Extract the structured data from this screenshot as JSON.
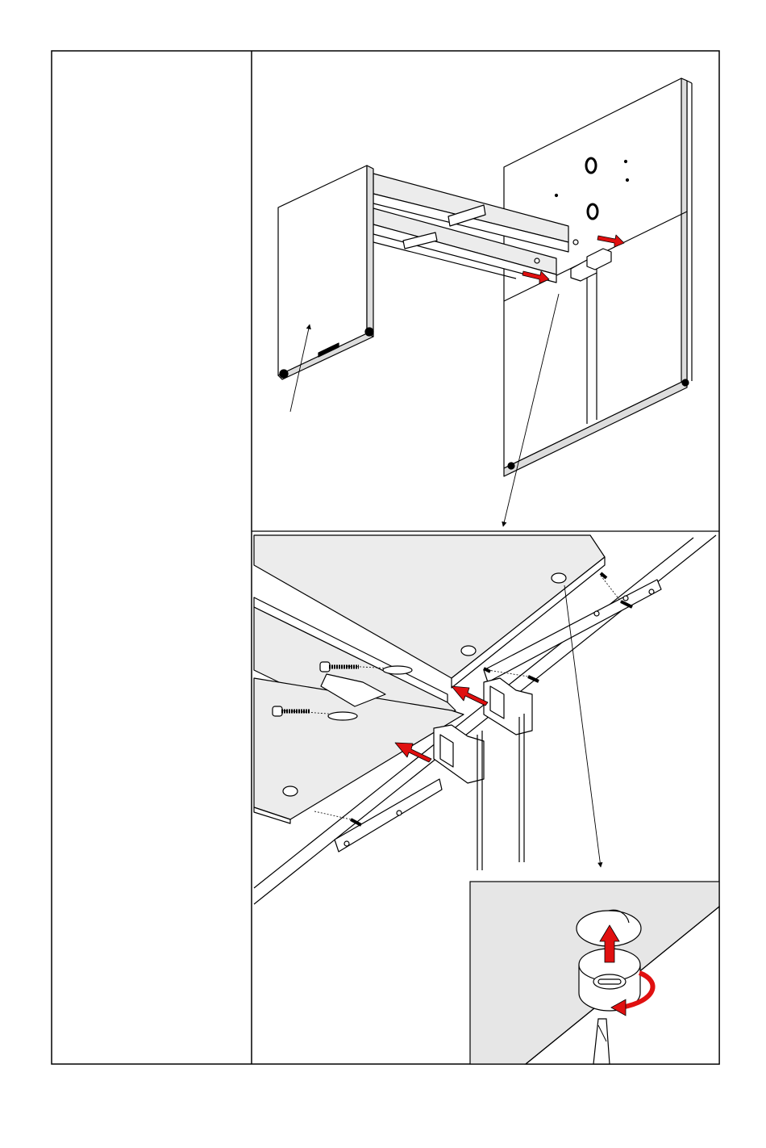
{
  "document": {
    "type": "assembly-instruction-page",
    "left_column_text": "",
    "panels": [
      {
        "id": "overview",
        "label": ""
      },
      {
        "id": "detail-rail-connection",
        "label": ""
      },
      {
        "id": "detail-cam-lock",
        "label": ""
      }
    ]
  },
  "colors": {
    "line": "#000000",
    "panel_fill": "#ffffff",
    "plate_fill": "#ececec",
    "detail_fill": "#e6e6e6",
    "arrow_red": "#e01010"
  },
  "icons": [
    "red-push-arrow",
    "red-rotate-arrow",
    "screwdriver-icon",
    "screw-icon",
    "cam-lock-icon"
  ]
}
